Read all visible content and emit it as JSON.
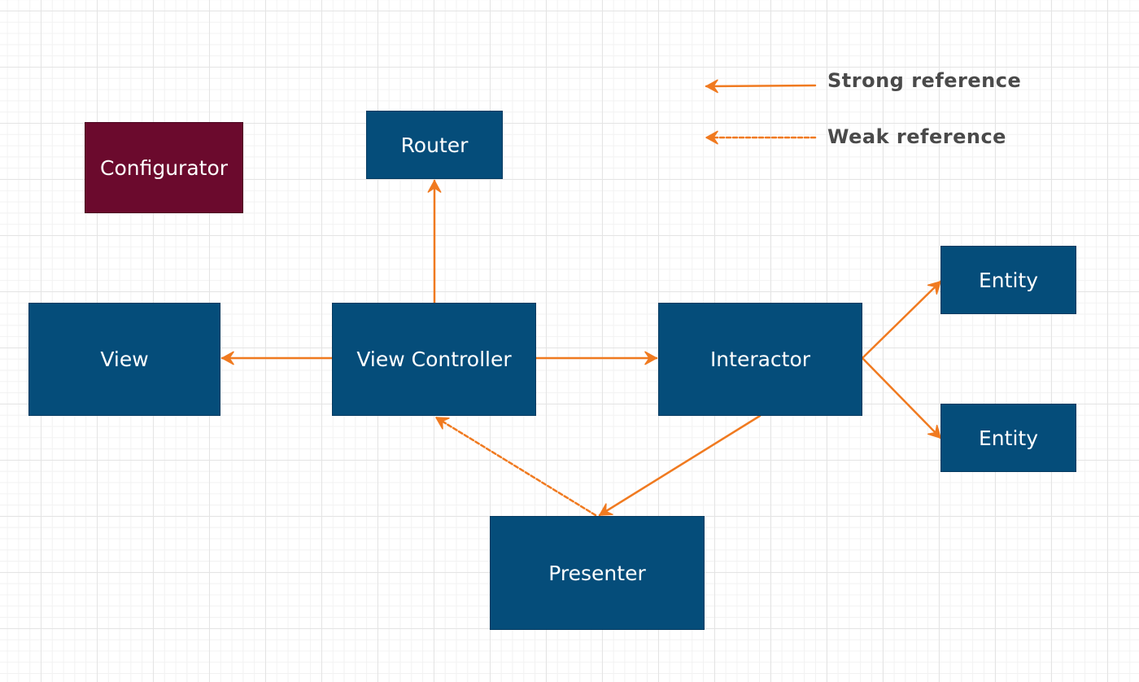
{
  "colors": {
    "node_fill": "#054d7a",
    "configurator_fill": "#6b0a2d",
    "arrow": "#f07a20",
    "legend_text": "#4a4a4a"
  },
  "nodes": {
    "configurator": "Configurator",
    "router": "Router",
    "view": "View",
    "view_controller": "View Controller",
    "interactor": "Interactor",
    "entity_1": "Entity",
    "entity_2": "Entity",
    "presenter": "Presenter"
  },
  "legend": {
    "strong": "Strong reference",
    "weak": "Weak reference"
  },
  "edges": [
    {
      "from": "view_controller",
      "to": "router",
      "type": "strong"
    },
    {
      "from": "view_controller",
      "to": "view",
      "type": "strong"
    },
    {
      "from": "view_controller",
      "to": "interactor",
      "type": "strong"
    },
    {
      "from": "interactor",
      "to": "entity_1",
      "type": "strong"
    },
    {
      "from": "interactor",
      "to": "entity_2",
      "type": "strong"
    },
    {
      "from": "interactor",
      "to": "presenter",
      "type": "strong"
    },
    {
      "from": "presenter",
      "to": "view_controller",
      "type": "weak"
    }
  ]
}
